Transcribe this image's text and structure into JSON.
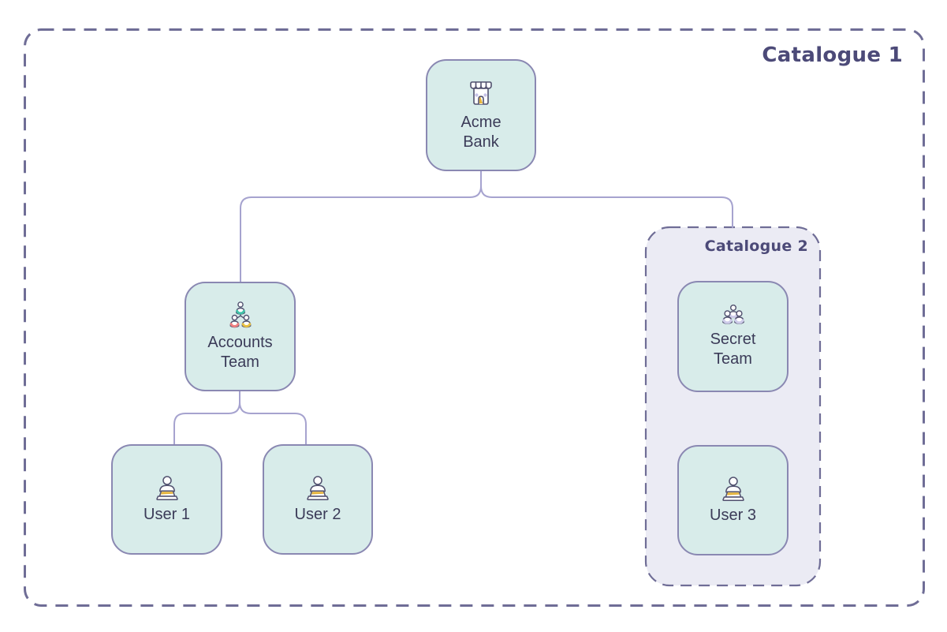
{
  "diagram": {
    "catalogue1": {
      "label": "Catalogue 1"
    },
    "catalogue2": {
      "label": "Catalogue 2",
      "children": [
        "secret_team",
        "user_3"
      ]
    },
    "nodes": {
      "acme_bank": {
        "label": "Acme\nBank",
        "icon": "storefront-icon"
      },
      "accounts_team": {
        "label": "Accounts\nTeam",
        "icon": "team-hierarchy-icon"
      },
      "user_1": {
        "label": "User 1",
        "icon": "person-laptop-icon"
      },
      "user_2": {
        "label": "User 2",
        "icon": "person-laptop-icon"
      },
      "secret_team": {
        "label": "Secret\nTeam",
        "icon": "people-group-icon"
      },
      "user_3": {
        "label": "User 3",
        "icon": "person-laptop-icon"
      }
    },
    "edges": [
      {
        "from": "acme_bank",
        "to": "accounts_team"
      },
      {
        "from": "acme_bank",
        "to": "catalogue2"
      },
      {
        "from": "accounts_team",
        "to": "user_1"
      },
      {
        "from": "accounts_team",
        "to": "user_2"
      }
    ],
    "colors": {
      "node_fill": "#d8ecea",
      "node_border": "#8a88b2",
      "connector": "#a6a3cf",
      "dashed_boundary": "#6f6d96",
      "catalogue2_fill": "#ebebf4",
      "catalogue_label_text": "#4c4a78",
      "node_label_text": "#3b3b58",
      "icon_outline": "#50506e",
      "accent_gold": "#e4b33c",
      "person_teal": "#3fc1a7",
      "person_pink": "#ef8080",
      "person_yellow": "#e8c143",
      "person_lavender": "#cdcbe9",
      "window_lavender": "#c6c2e6"
    }
  }
}
